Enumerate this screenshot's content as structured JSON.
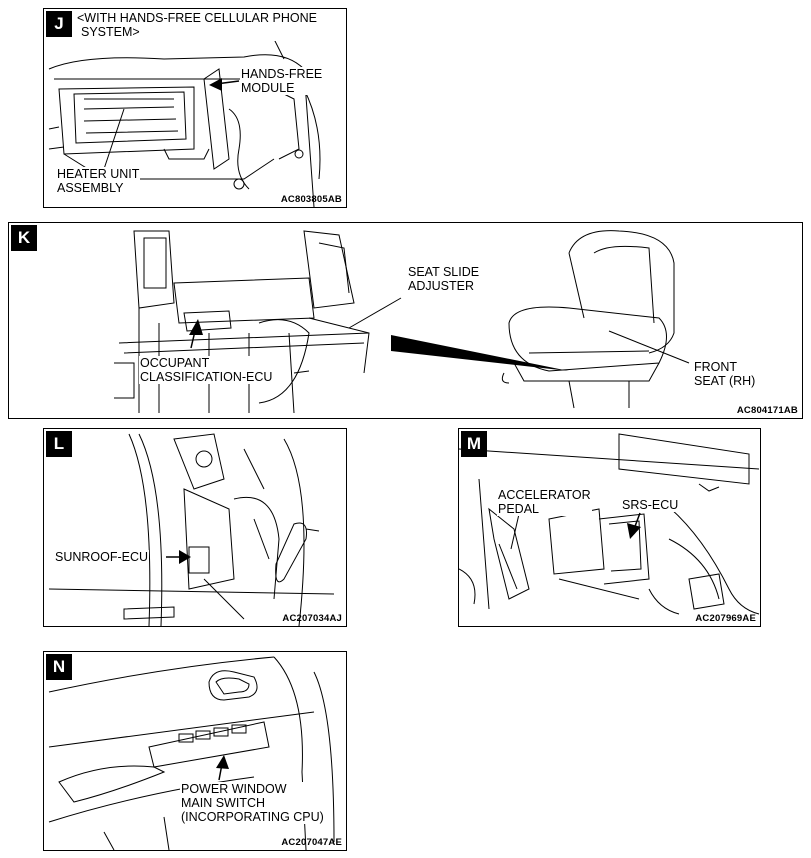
{
  "panels": {
    "J": {
      "letter": "J",
      "title_line1": "<WITH HANDS-FREE CELLULAR PHONE",
      "title_line2": "SYSTEM>",
      "label_module_1": "HANDS-FREE",
      "label_module_2": "MODULE",
      "label_heater_1": "HEATER UNIT",
      "label_heater_2": "ASSEMBLY",
      "code": "AC803805AB"
    },
    "K": {
      "letter": "K",
      "label_slide_1": "SEAT SLIDE",
      "label_slide_2": "ADJUSTER",
      "label_occupant_1": "OCCUPANT",
      "label_occupant_2": "CLASSIFICATION-ECU",
      "label_seat_1": "FRONT",
      "label_seat_2": "SEAT (RH)",
      "code": "AC804171AB"
    },
    "L": {
      "letter": "L",
      "label_sunroof": "SUNROOF-ECU",
      "code": "AC207034AJ"
    },
    "M": {
      "letter": "M",
      "label_pedal_1": "ACCELERATOR",
      "label_pedal_2": "PEDAL",
      "label_srs": "SRS-ECU",
      "code": "AC207969AE"
    },
    "N": {
      "letter": "N",
      "label_switch_1": "POWER WINDOW",
      "label_switch_2": "MAIN SWITCH",
      "label_switch_3": "(INCORPORATING CPU)",
      "code": "AC207047AE"
    }
  }
}
